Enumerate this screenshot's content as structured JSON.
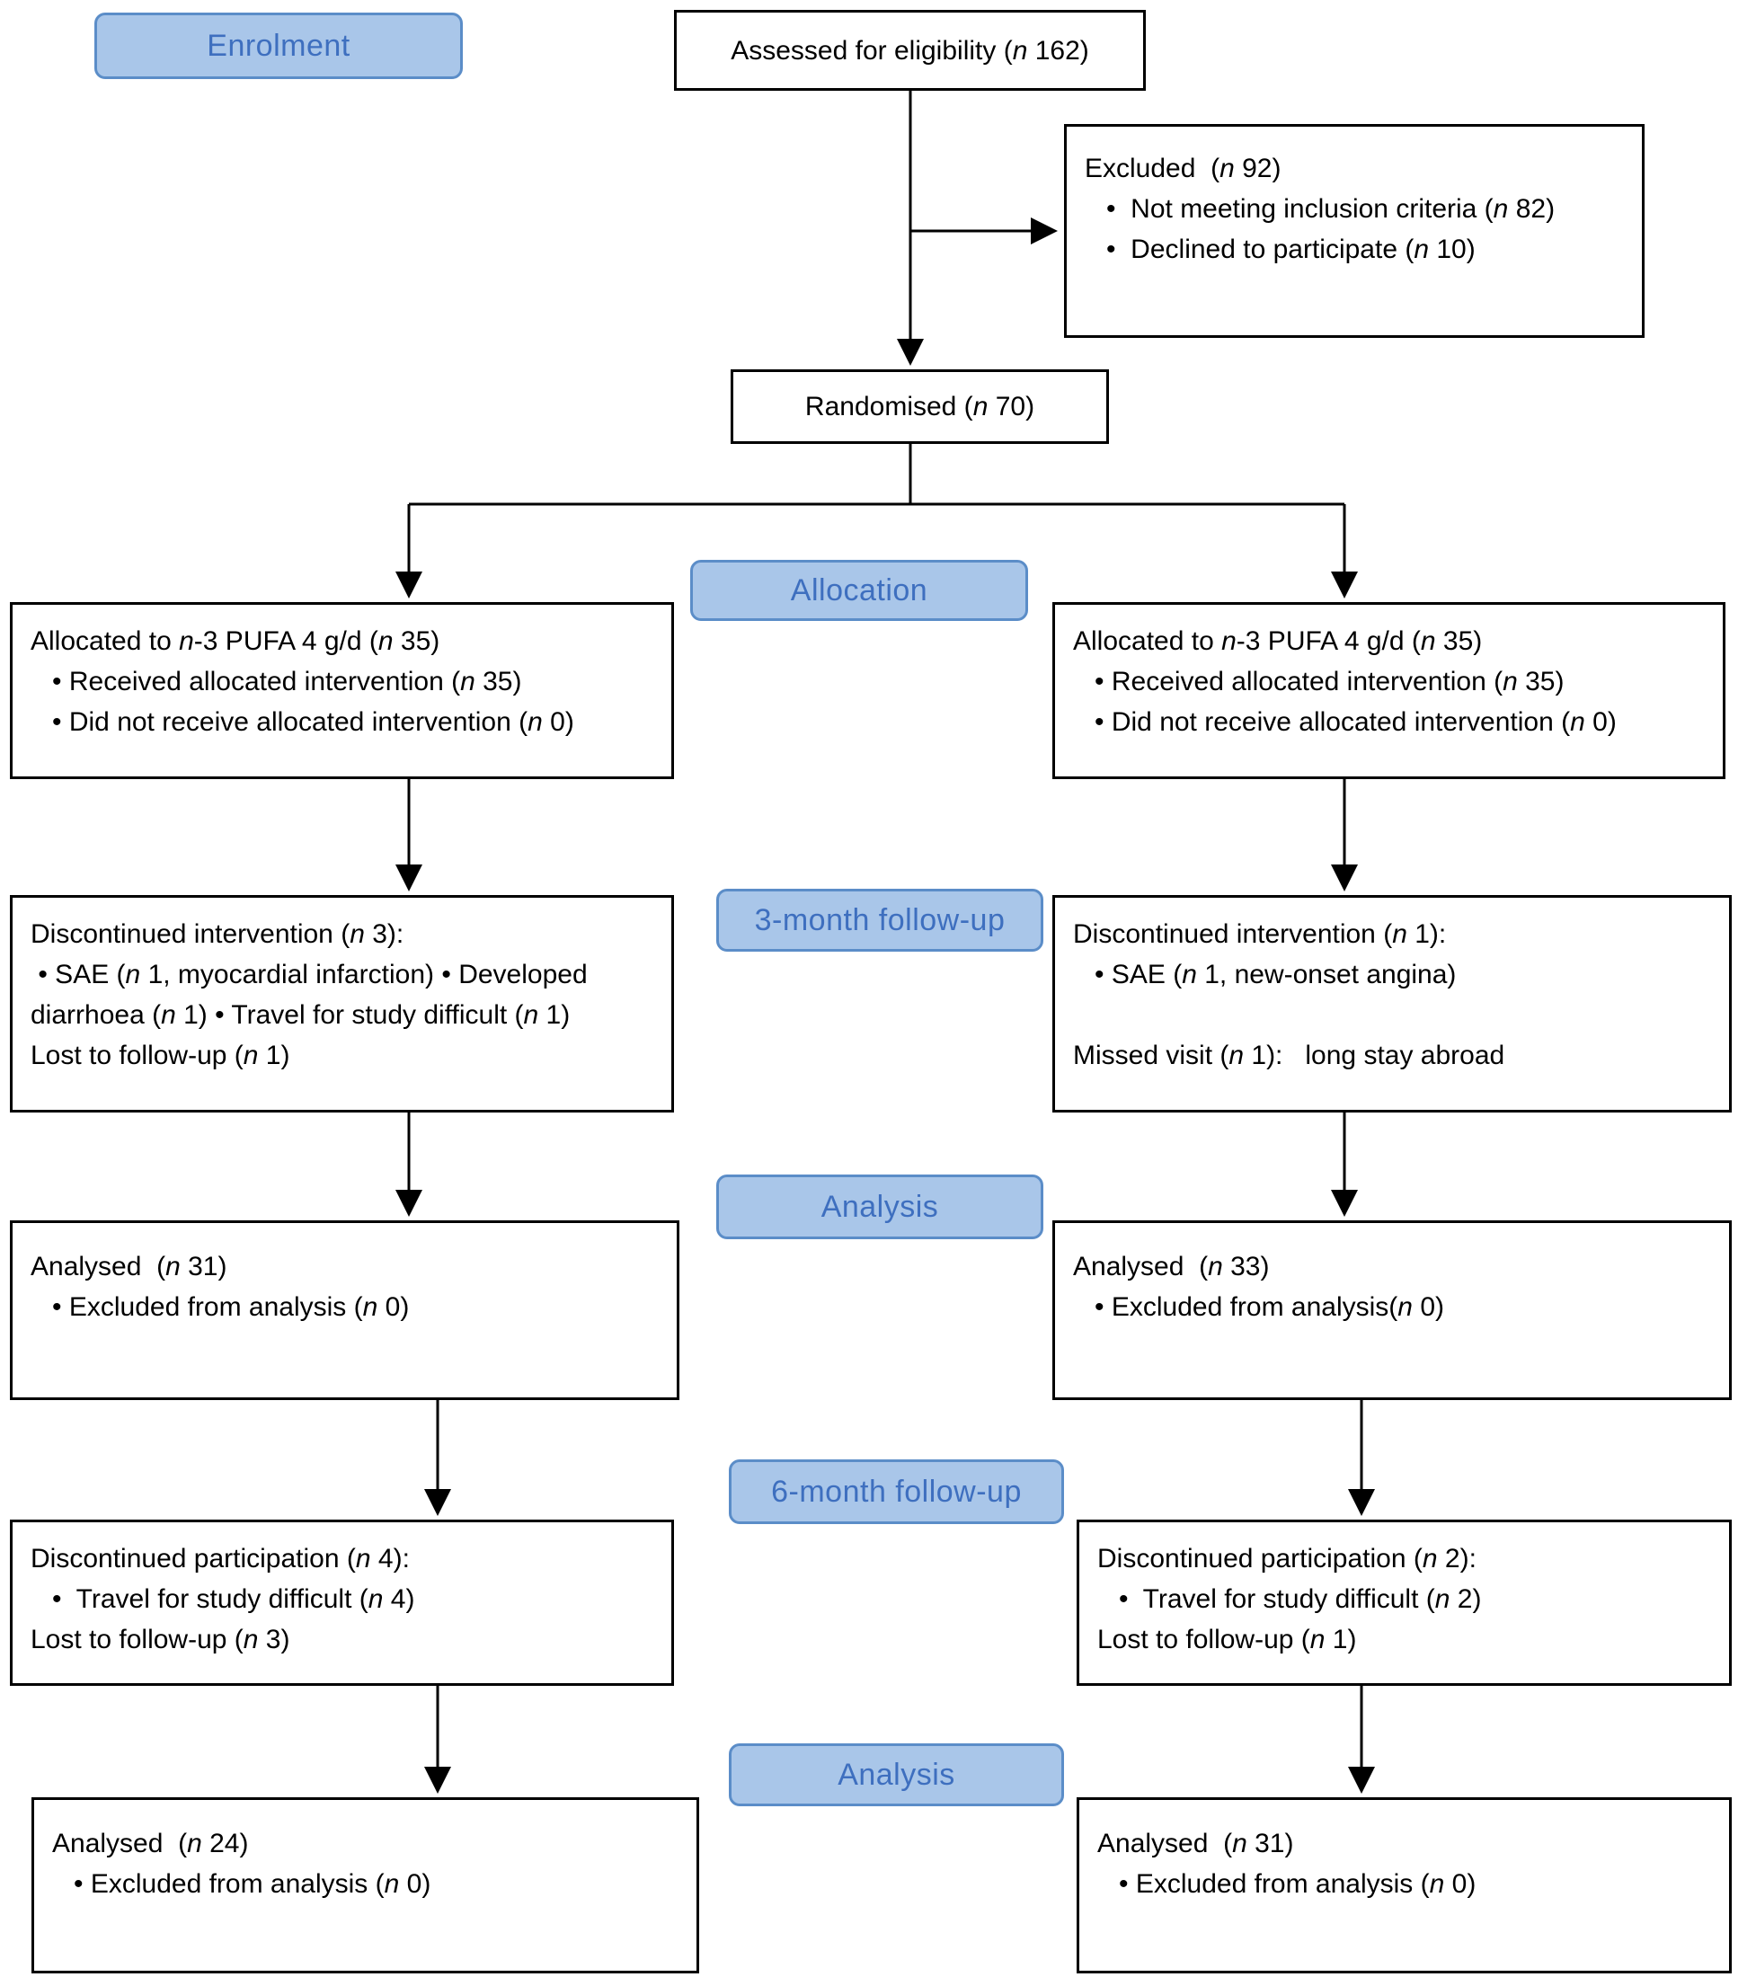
{
  "labels": {
    "enrolment": "Enrolment",
    "allocation": "Allocation",
    "followup3": "3-month follow-up",
    "analysis1": "Analysis",
    "followup6": "6-month follow-up",
    "analysis2": "Analysis"
  },
  "boxes": {
    "assessed": {
      "lines": [
        "Assessed for eligibility (n 162)"
      ]
    },
    "excluded": {
      "lines": [
        "Excluded  (n 92)",
        "•  Not meeting inclusion criteria (n 82)",
        "•  Declined to participate (n 10)"
      ]
    },
    "randomised": {
      "lines": [
        "Randomised (n 70)"
      ]
    },
    "alloc_left": {
      "lines": [
        "Allocated to n-3 PUFA 4 g/d (n 35)",
        "• Received allocated intervention (n 35)",
        "• Did not receive allocated intervention (n 0)"
      ]
    },
    "alloc_right": {
      "lines": [
        "Allocated to n-3 PUFA 4 g/d (n 35)",
        "• Received allocated intervention (n 35)",
        "• Did not receive allocated intervention (n 0)"
      ]
    },
    "disc3_left": {
      "lines": [
        "Discontinued intervention (n 3):",
        " • SAE (n 1, myocardial infarction) • Developed",
        "diarrhoea (n 1) • Travel for study difficult (n 1)",
        "Lost to follow-up (n 1)"
      ]
    },
    "disc3_right": {
      "lines": [
        "Discontinued intervention (n 1):",
        "• SAE (n 1, new-onset angina)",
        "",
        "Missed visit (n 1):   long stay abroad"
      ]
    },
    "ana3_left": {
      "lines": [
        "Analysed  (n 31)",
        "• Excluded from analysis (n 0)"
      ]
    },
    "ana3_right": {
      "lines": [
        "Analysed  (n 33)",
        "• Excluded from analysis(n 0)"
      ]
    },
    "disc6_left": {
      "lines": [
        "Discontinued participation (n 4):",
        "•  Travel for study difficult (n 4)",
        "Lost to follow-up (n 3)"
      ]
    },
    "disc6_right": {
      "lines": [
        "Discontinued participation (n 2):",
        "•  Travel for study difficult (n 2)",
        "Lost to follow-up (n 1)"
      ]
    },
    "ana6_left": {
      "lines": [
        "Analysed  (n 24)",
        "• Excluded from analysis (n 0)"
      ]
    },
    "ana6_right": {
      "lines": [
        "Analysed  (n 31)",
        "• Excluded from analysis (n 0)"
      ]
    }
  },
  "colors": {
    "stage_fill": "#A9C6E9",
    "stage_border": "#5B8DC8",
    "stage_text": "#3E6FBF",
    "box_border": "#000000",
    "arrow": "#000000"
  }
}
